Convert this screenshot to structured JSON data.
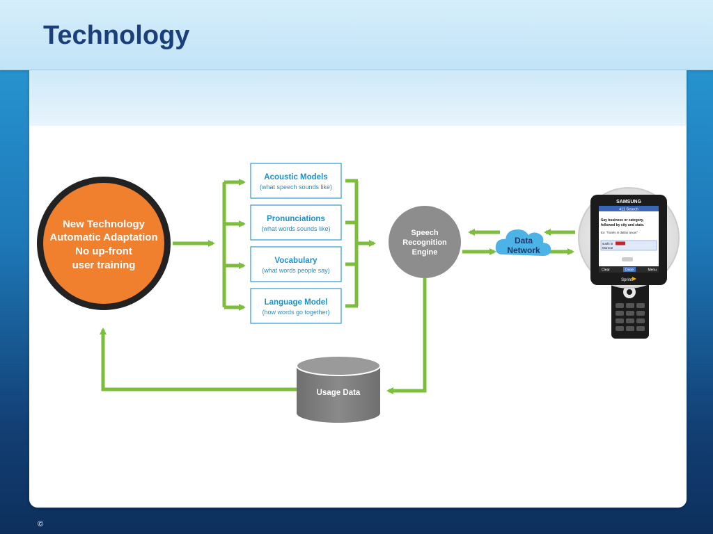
{
  "title": "Technology",
  "copyright": "©",
  "diagram": {
    "circle": {
      "lines": [
        "New Technology",
        "Automatic Adaptation",
        "No up-front",
        "user training"
      ],
      "fill": "#f07f2e",
      "border": "#222222"
    },
    "boxes": [
      {
        "title": "Acoustic Models",
        "subtitle": "(what speech sounds like)"
      },
      {
        "title": "Pronunciations",
        "subtitle": "(what words sounds like)"
      },
      {
        "title": "Vocabulary",
        "subtitle": "(what words people say)"
      },
      {
        "title": "Language Model",
        "subtitle": "(how words go together)"
      }
    ],
    "engine": {
      "lines": [
        "Speech",
        "Recognition",
        "Engine"
      ]
    },
    "network": {
      "lines": [
        "Data",
        "Network"
      ]
    },
    "database": {
      "label": "Usage Data"
    },
    "phone": {
      "brand": "SAMSUNG",
      "screen_header": "411 Search",
      "screen_text_1": "Say business or category,",
      "screen_text_2": "followed by city and state.",
      "screen_text_3": "Ex: \"hotels in dallas texas\"",
      "result_1": "sushi in",
      "result_2": "Monroe",
      "soft_left": "Clear",
      "soft_mid": "Done",
      "soft_right": "Menu",
      "carrier": "Sprint"
    },
    "colors": {
      "arrow": "#7cbd3c",
      "box_title": "#1f8fcb",
      "box_border": "#2a9ad6",
      "node_gray": "#8d8d8d",
      "cloud": "#4db2e6"
    }
  }
}
